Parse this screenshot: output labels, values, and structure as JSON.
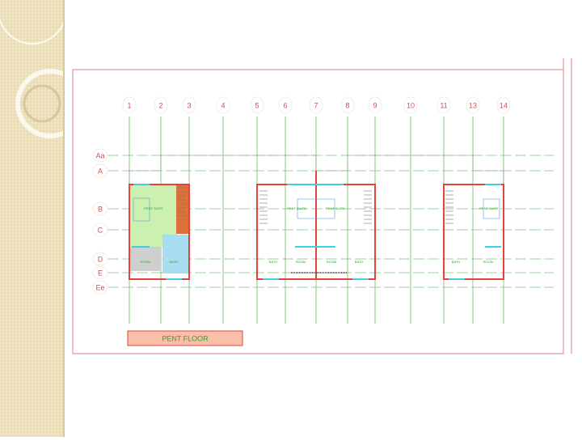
{
  "slide": {
    "sidebar_color": "#efe4c2",
    "accent": "#d35050"
  },
  "drawing": {
    "title": "PENT FLOOR",
    "column_labels": [
      "1",
      "2",
      "3",
      "4",
      "5",
      "6",
      "7",
      "8",
      "9",
      "10",
      "11",
      "13",
      "14"
    ],
    "row_labels": [
      "Aa",
      "A",
      "B",
      "C",
      "D",
      "E",
      "Ee"
    ],
    "rooms": {
      "suite": "PENT SUITE",
      "bath": "BATH",
      "room": "ROOM"
    },
    "colors": {
      "grid": "#3aa53a",
      "wall": "#e0443a",
      "window": "#3fd0e0",
      "frame": "#d35050",
      "green_fill": "#ccf0b0",
      "blue_fill": "#a8dcf0",
      "gray_fill": "#cfcfcf"
    }
  }
}
